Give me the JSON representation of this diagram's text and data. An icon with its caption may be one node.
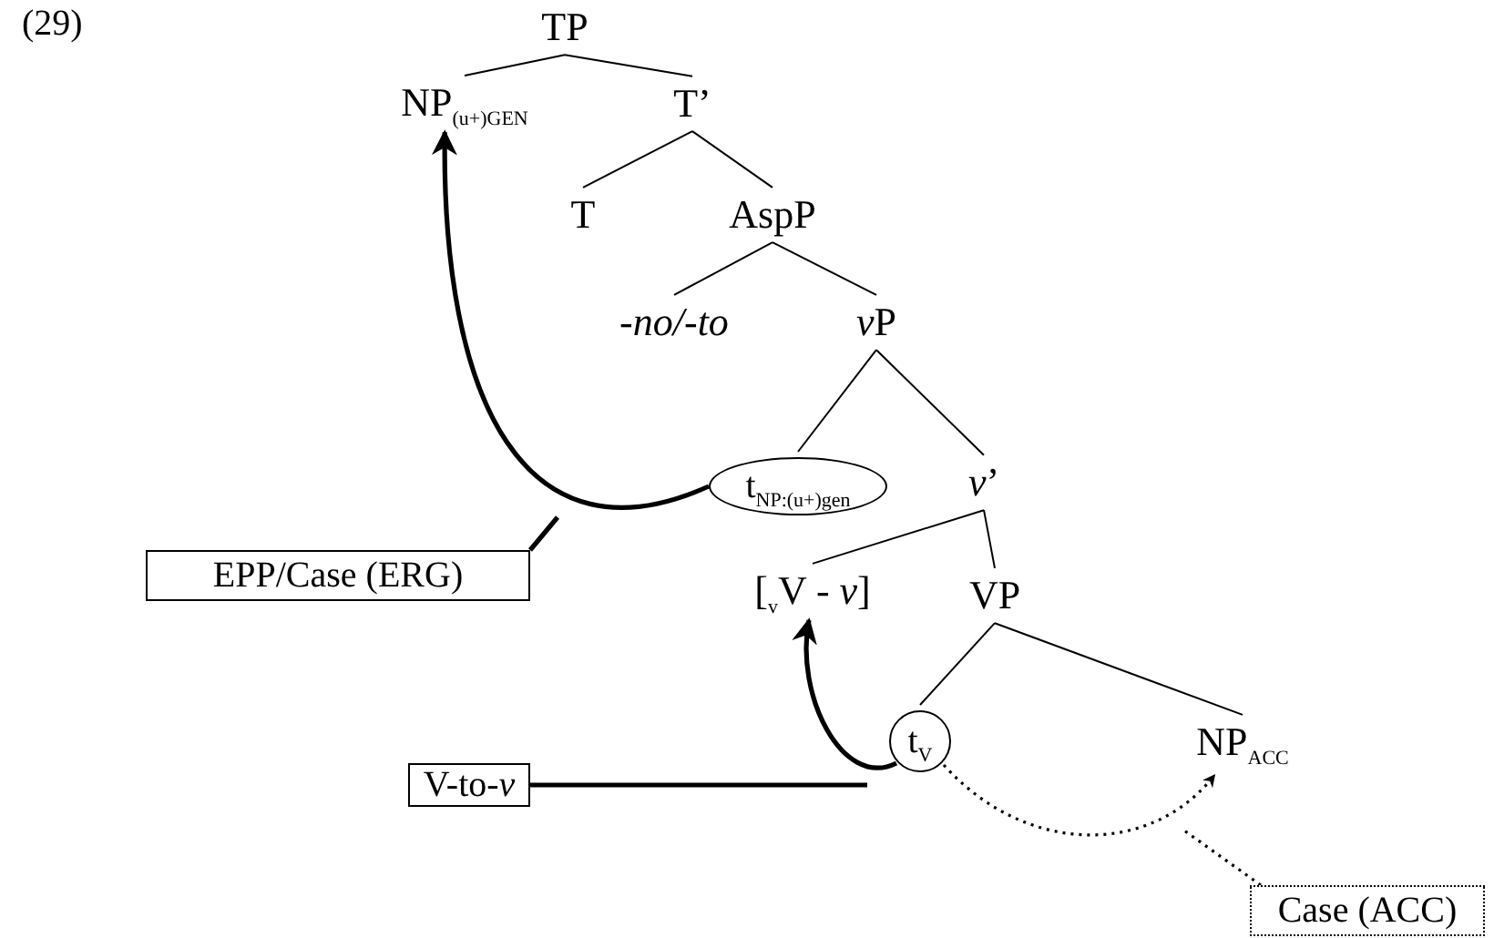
{
  "diagram": {
    "nodes": [
      {
        "text": [
          "TP"
        ]
      },
      {
        "text": [
          "NP$_{(u+)GEN}$"
        ]
      },
      {
        "text": [
          "T’"
        ]
      },
      {
        "text": [
          "T"
        ]
      },
      {
        "text": [
          "AspP"
        ]
      },
      {
        "text": [
          "*-no/-to*"
        ]
      },
      {
        "text": [
          "vP"
        ]
      },
      {
        "text": [
          "t$_{NP:(u+)gen}$"
        ]
      },
      {
        "text": [
          "*v*’"
        ]
      },
      {
        "text": [
          "[$_{v}$V - *v*]"
        ]
      },
      {
        "text": [
          "VP"
        ]
      },
      {
        "text": [
          "t$_{V}$"
        ]
      },
      {
        "text": [
          "NP$_{ACC}$"
        ]
      },
      {
        "text": [
          "EPP/Case (ERG)"
        ]
      },
      {
        "text": [
          "V-to-*v*"
        ]
      },
      {
        "text": [
          "Case (ACC)"
        ]
      }
    ],
    "edges": [
      {
        "from": 0,
        "to": 1,
        "arrow": "none"
      },
      {
        "from": 0,
        "to": 2,
        "arrow": "none"
      },
      {
        "from": 2,
        "to": 3,
        "arrow": "none"
      },
      {
        "from": 2,
        "to": 4,
        "arrow": "none"
      },
      {
        "from": 4,
        "to": 5,
        "arrow": "none"
      },
      {
        "from": 4,
        "to": 6,
        "arrow": "none"
      },
      {
        "from": 6,
        "to": 7,
        "arrow": "none"
      },
      {
        "from": 6,
        "to": 8,
        "arrow": "none"
      },
      {
        "from": 8,
        "to": 9,
        "arrow": "none"
      },
      {
        "from": 8,
        "to": 10,
        "arrow": "none"
      },
      {
        "from": 10,
        "to": 11,
        "arrow": "none"
      },
      {
        "from": 10,
        "to": 12,
        "arrow": "none"
      },
      {
        "from": 7,
        "to": 1,
        "arrow": "to",
        "style": "thick"
      },
      {
        "from": 11,
        "to": 9,
        "arrow": "to",
        "style": "thick"
      },
      {
        "from": 11,
        "to": 12,
        "arrow": "to",
        "style": "dashed"
      },
      {
        "from": 13,
        "to": null,
        "arrow": "none",
        "style": "thick"
      },
      {
        "from": 14,
        "to": null,
        "arrow": "none",
        "style": "thick"
      },
      {
        "from": 15,
        "to": null,
        "arrow": "none",
        "style": "dashed"
      }
    ],
    "labels": [
      "(29)"
    ]
  }
}
